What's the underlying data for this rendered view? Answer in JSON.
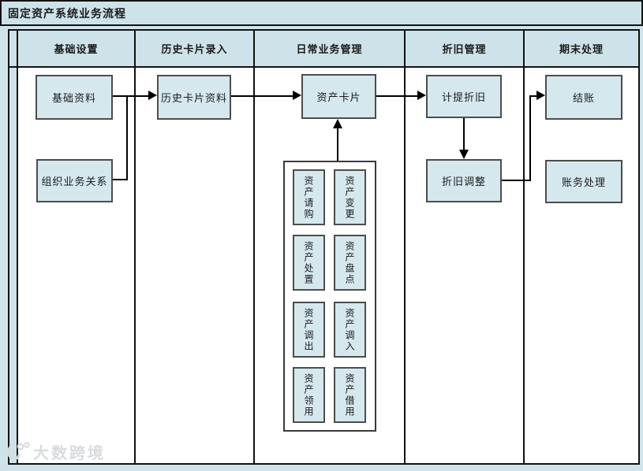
{
  "title": "固定资产系统业务流程",
  "lanes": [
    {
      "label": "基础设置"
    },
    {
      "label": "历史卡片录入"
    },
    {
      "label": "日常业务管理"
    },
    {
      "label": "折旧管理"
    },
    {
      "label": "期末处理"
    }
  ],
  "nodes": [
    {
      "id": "basic-data",
      "label": "基础资料"
    },
    {
      "id": "org-business-relation",
      "label": "组织业务关系"
    },
    {
      "id": "history-card-data",
      "label": "历史卡片资料"
    },
    {
      "id": "asset-card",
      "label": "资产卡片"
    },
    {
      "id": "depreciation-accrual",
      "label": "计提折旧"
    },
    {
      "id": "depreciation-adjustment",
      "label": "折旧调整"
    },
    {
      "id": "closing",
      "label": "结账"
    },
    {
      "id": "account-processing",
      "label": "账务处理"
    }
  ],
  "asset_operations": [
    {
      "label": "资产请购"
    },
    {
      "label": "资产变更"
    },
    {
      "label": "资产处置"
    },
    {
      "label": "资产盘点"
    },
    {
      "label": "资产调出"
    },
    {
      "label": "资产调入"
    },
    {
      "label": "资产领用"
    },
    {
      "label": "资产借用"
    }
  ],
  "watermark": {
    "text": "大数跨境"
  },
  "colors": {
    "background": "#cfe4ea",
    "lane_header_fill": "#cde3e9",
    "node_fill": "#d5e8ee",
    "node_border": "#4d4d4d",
    "table_border": "#121212",
    "connector_line": "#000000",
    "watermark_text": "#d8dcde"
  }
}
